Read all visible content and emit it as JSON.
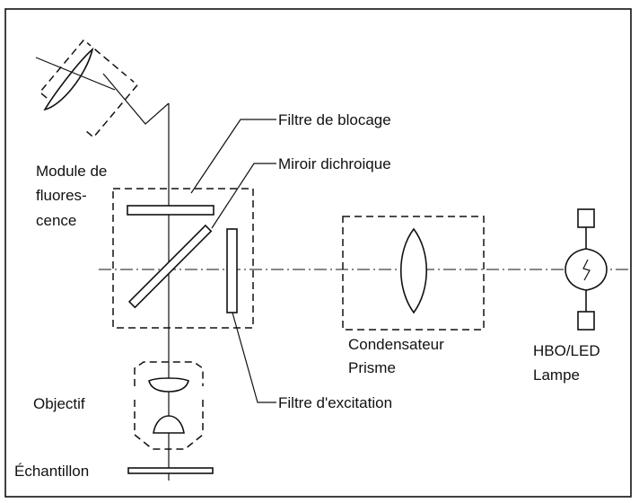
{
  "labels": {
    "blocking_filter": "Filtre de blocage",
    "dichroic_mirror": "Miroir dichroique",
    "fluorescence_module": [
      "Module de",
      "fluores-",
      "cence"
    ],
    "condenser": [
      "Condensateur",
      "Prisme"
    ],
    "lamp": [
      "HBO/LED",
      "Lampe"
    ],
    "objective": "Objectif",
    "excitation_filter": "Filtre d'excitation",
    "sample": "Échantillon"
  },
  "colors": {
    "line": "#111111",
    "background": "#ffffff"
  }
}
